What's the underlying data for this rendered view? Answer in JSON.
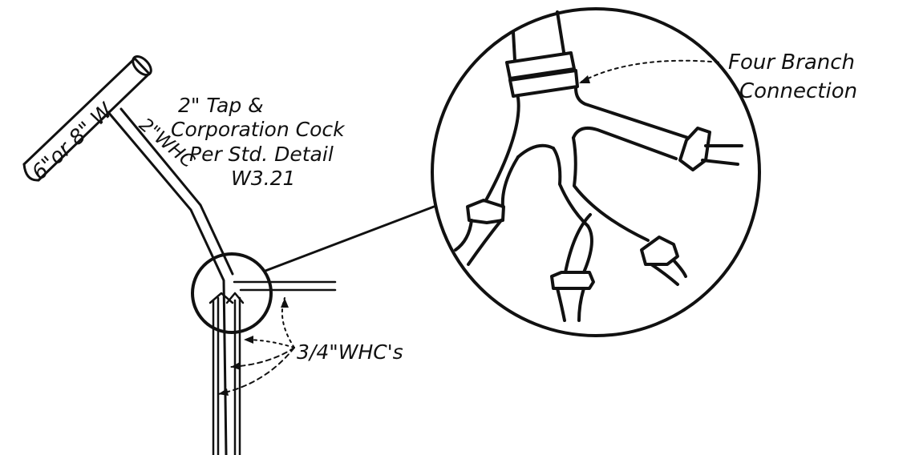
{
  "diagram": {
    "labels": {
      "main_line": "6\"or 8\" W",
      "service_line": "2\"WHC",
      "tap_line1": "2\" Tap &",
      "tap_line2": "Corporation Cock",
      "tap_line3": "Per Std. Detail",
      "tap_line4": "W3.21",
      "branch_line1": "Four Branch",
      "branch_line2": "Connection",
      "laterals": "3/4\"WHC's"
    },
    "colors": {
      "ink": "#111111",
      "background": "#ffffff"
    }
  }
}
